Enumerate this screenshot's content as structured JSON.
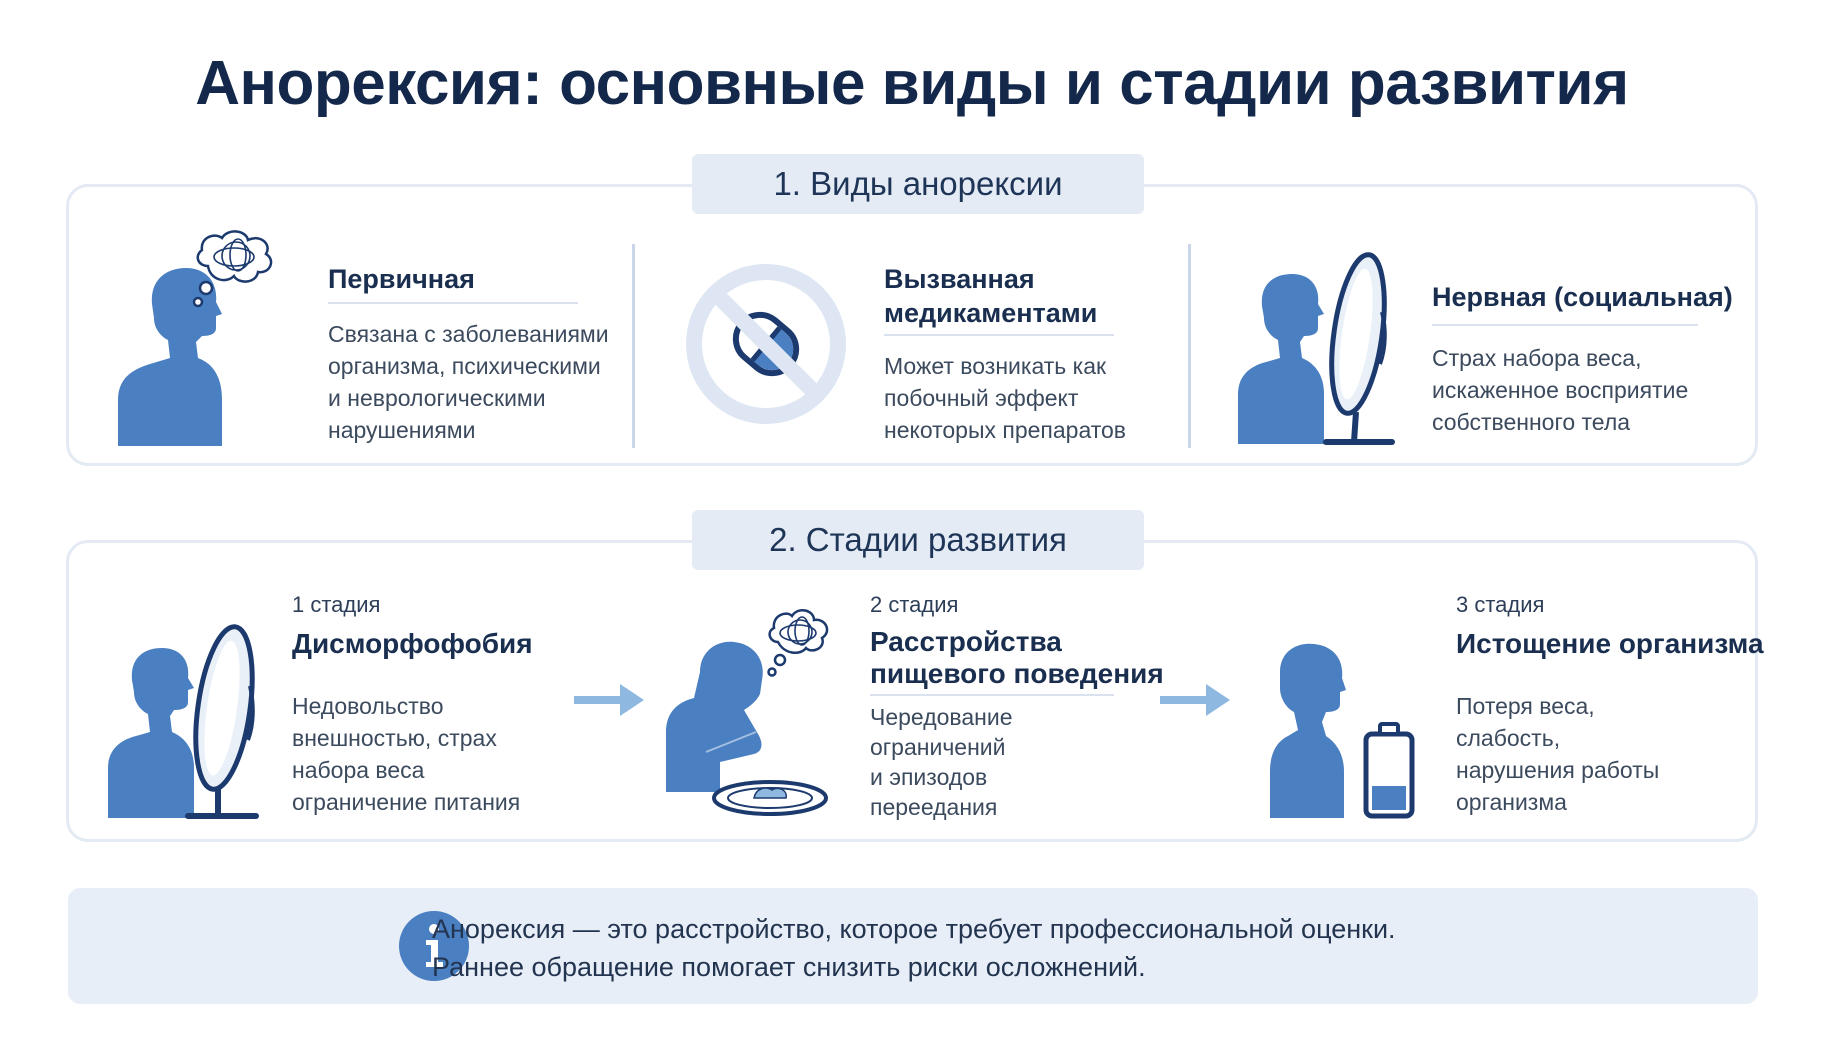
{
  "title": "Анорексия: основные виды и стадии развития",
  "types_section": {
    "tab_label": "1. Виды анорексии",
    "items": [
      {
        "heading": "Первичная",
        "text": "Связана с заболеваниями\nорганизма, психическими\nи неврологическими\nнарушениями",
        "icon": "thinking-person-icon"
      },
      {
        "heading": "Вызванная\nмедикаментами",
        "text": "Может возникать как\nпобочный эффект\nнекоторых препаратов",
        "icon": "no-pill-icon"
      },
      {
        "heading": "Нервная (социальная)",
        "text": "Страх набора веса,\nискаженное восприятие\nсобственного тела",
        "icon": "person-mirror-icon"
      }
    ]
  },
  "stages_section": {
    "tab_label": "2. Стадии развития",
    "stages": [
      {
        "label": "1 стадия",
        "title": "Дисморфофобия",
        "text": "Недовольство\nвнешностью, страх\nнабора веса\nограничение питания",
        "icon": "person-mirror-icon"
      },
      {
        "label": "2 стадия",
        "title": "Расстройства\nпищевого поведения",
        "text": "Чередование\nограничений\nи эпизодов\nпереедания",
        "icon": "distressed-person-plate-icon"
      },
      {
        "label": "3 стадия",
        "title": "Истощение организма",
        "text": "Потеря веса,\nслабость,\nнарушения работы\nорганизма",
        "icon": "low-battery-person-icon"
      }
    ]
  },
  "info": {
    "icon": "info-icon",
    "line1": "Анорексия — это расстройство, которое требует профессиональной оценки.",
    "line2": "Раннее обращение помогает снизить риски осложнений."
  },
  "colors": {
    "figure": "#4a7fc1",
    "dark_blue": "#1c3a6e",
    "panel_border": "#e3eaf4",
    "tab_bg": "#e4ebf5",
    "arrow": "#8fb8e0"
  }
}
